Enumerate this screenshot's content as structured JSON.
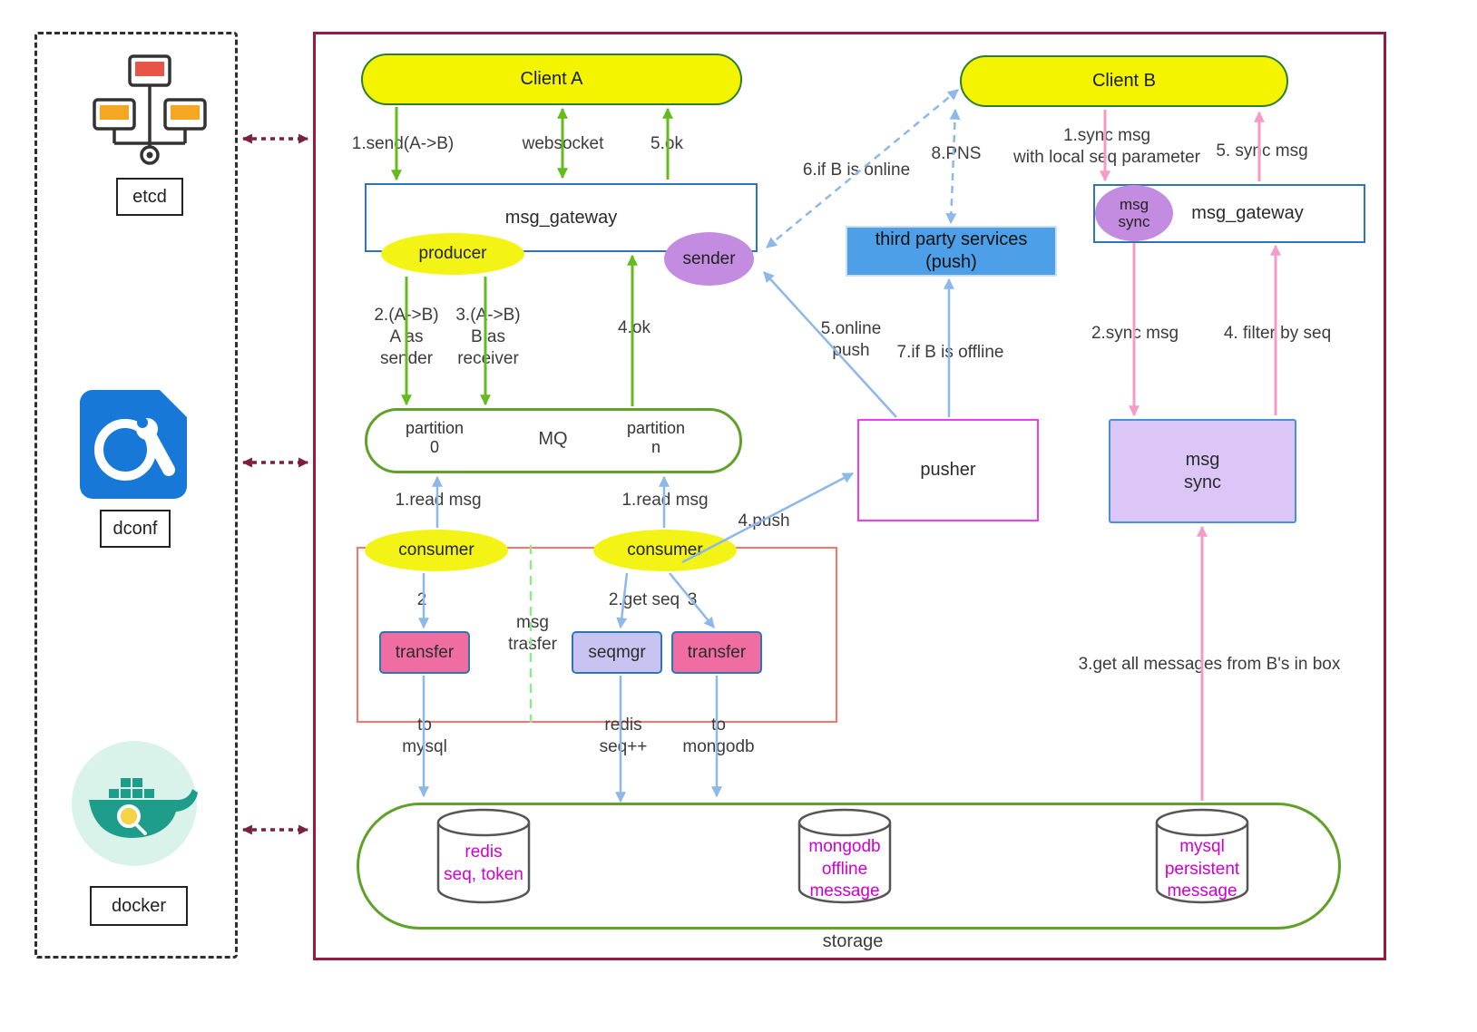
{
  "left_panel": {
    "etcd_label": "etcd",
    "dconf_label": "dconf",
    "docker_label": "docker"
  },
  "clients": {
    "client_a": "Client A",
    "client_b": "Client B"
  },
  "gateway_a": {
    "title": "msg_gateway",
    "producer": "producer",
    "sender": "sender"
  },
  "flow_a": {
    "send": "1.send(A->B)",
    "websocket": "websocket",
    "ok5": "5.ok",
    "a_as_sender": "2.(A->B)\nA as\nsender",
    "b_as_receiver": "3.(A->B)\nB as\nreceiver",
    "ok4": "4.ok"
  },
  "mq": {
    "title": "MQ",
    "partition_0": "partition\n0",
    "partition_n": "partition\nn"
  },
  "consume": {
    "read_msg_left": "1.read msg",
    "read_msg_right": "1.read msg",
    "consumer_left": "consumer",
    "consumer_right": "consumer",
    "step2": "2",
    "get_seq": "2.get seq",
    "step3": "3",
    "push4": "4.push",
    "transfer_left": "transfer",
    "seqmgr": "seqmgr",
    "transfer_right": "transfer",
    "msg_trasfer": "msg\ntrasfer",
    "to_mysql": "to\nmysql",
    "redis_seq": "redis\nseq++",
    "to_mongodb": "to\nmongodb"
  },
  "push": {
    "pusher": "pusher",
    "third_party": "third party services\n(push)",
    "online_push": "5.online\npush",
    "if_offline": "7.if B is offline",
    "if_online": "6.if B is online",
    "pns": "8.PNS"
  },
  "gateway_b": {
    "title": "msg_gateway",
    "msg_sync_ellipse": "msg\nsync",
    "sync1": "1.sync msg\nwith local seq parameter",
    "sync5": "5. sync msg",
    "sync2": "2.sync msg",
    "filter4": "4. filter by seq",
    "msg_sync_box": "msg\nsync",
    "get_all": "3.get all messages from B's in box"
  },
  "storage": {
    "title": "storage",
    "redis": "redis\nseq, token",
    "mongodb": "mongodb\noffline\nmessage",
    "mysql": "mysql\npersistent\nmessage"
  },
  "colors": {
    "client_yellow": "#f4f400",
    "ellipse_yellow": "#f3f315",
    "purple": "#c48ce0",
    "gateway_border_blue": "#2e75b6",
    "green_arrow": "#64bb1e",
    "blue_arrow": "#8cb8ea",
    "pink_arrow": "#f79ac6",
    "maroon_border": "#9b1b40",
    "magenta_db_text": "#cf00cf",
    "storage_green": "#60a229",
    "red_group_box": "#f8756b",
    "third_party_blue": "#4d9fe8",
    "pusher_magenta": "#f23cf2",
    "transfer_pink": "#f06da2",
    "seqmgr_lavender": "#c9c3f2",
    "msg_sync_lavender": "#dcc6f7",
    "dashed_connector": "#7a1f3d"
  }
}
